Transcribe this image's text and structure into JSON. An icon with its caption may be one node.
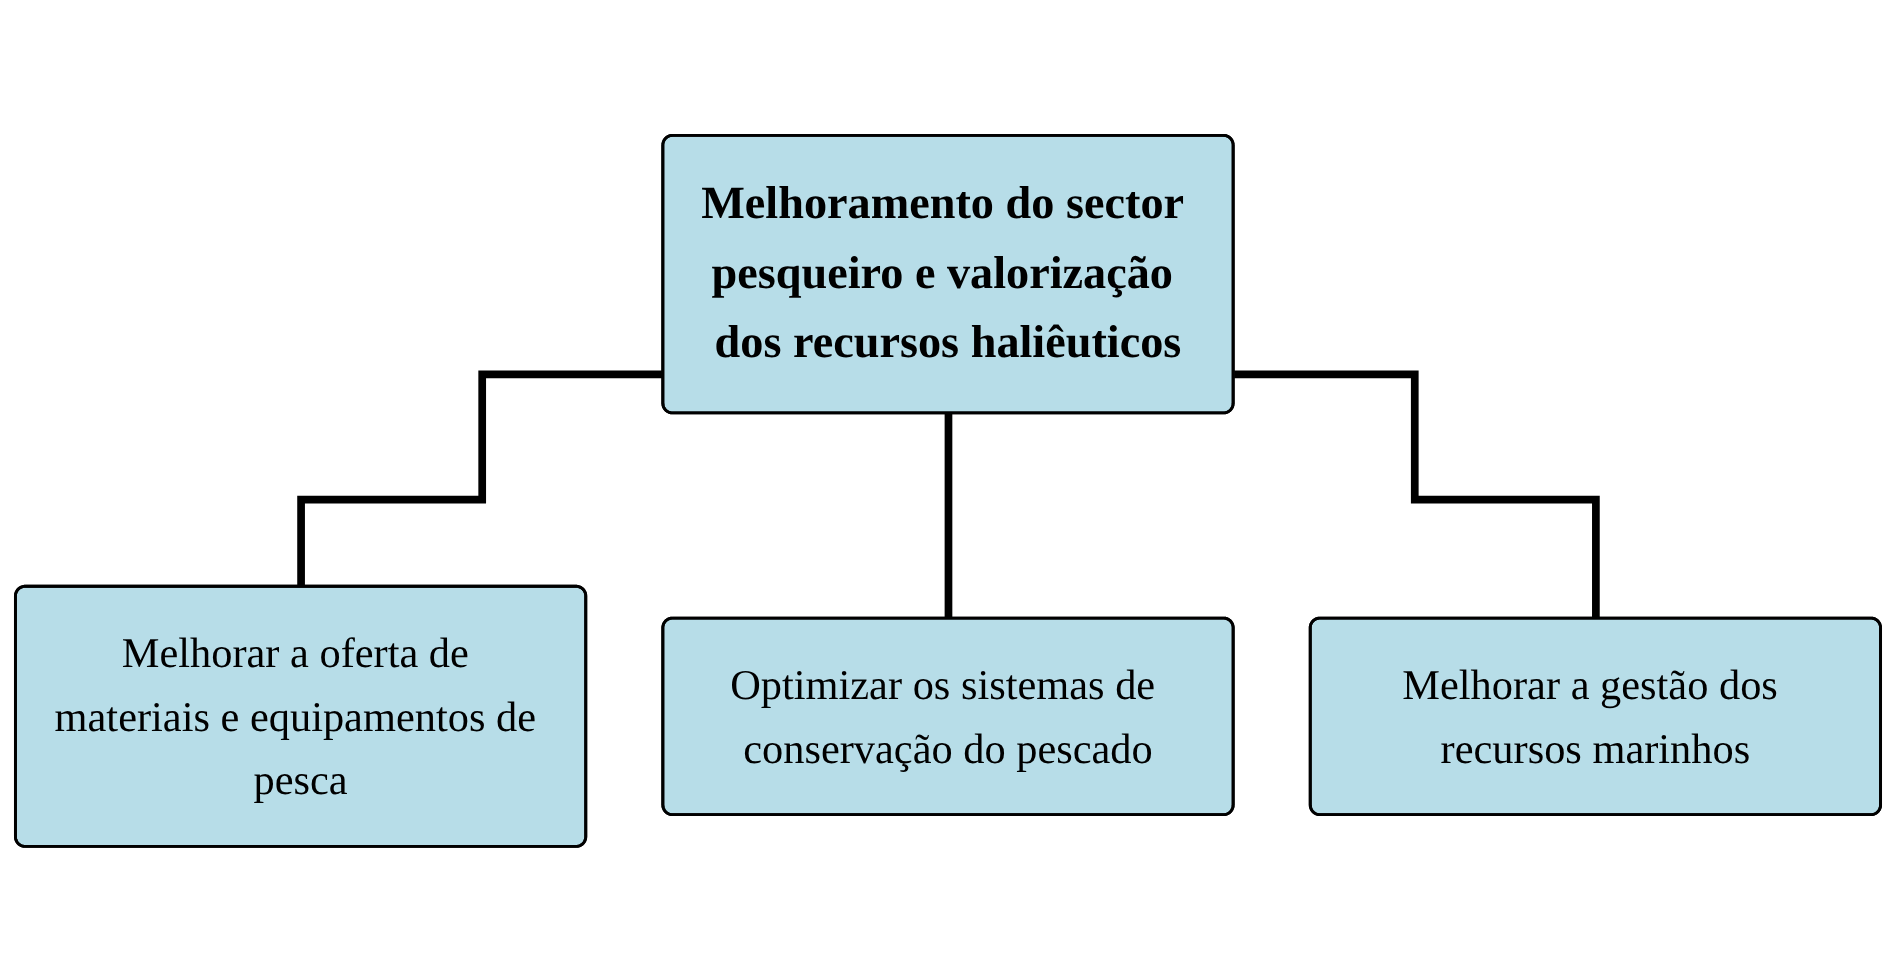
{
  "diagram": {
    "nodes": [
      {
        "text": [
          "Melhoramento do sector pesqueiro e valorização dos recursos haliêuticos"
        ]
      },
      {
        "text": [
          "Melhorar a oferta de materiais e equipamentos de pesca"
        ]
      },
      {
        "text": [
          "Optimizar os sistemas de conservação do pescado"
        ]
      },
      {
        "text": [
          "Melhorar a gestão dos recursos marinhos"
        ]
      }
    ],
    "edges": [
      {
        "from": 0,
        "to": 1,
        "arrow": "none"
      },
      {
        "from": 0,
        "to": 2,
        "arrow": "none"
      },
      {
        "from": 0,
        "to": 3,
        "arrow": "none"
      }
    ]
  }
}
